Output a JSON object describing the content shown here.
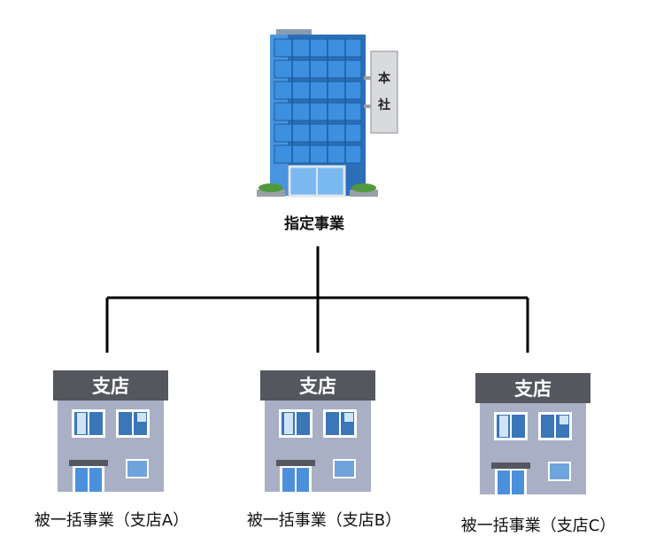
{
  "headquarters": {
    "sign_chars": [
      "本",
      "社"
    ],
    "label": "指定事業"
  },
  "branches": [
    {
      "sign": "支店",
      "label": "被一括事業（支店A）"
    },
    {
      "sign": "支店",
      "label": "被一括事業（支店B）"
    },
    {
      "sign": "支店",
      "label": "被一括事業（支店C）"
    }
  ],
  "colors": {
    "hq_glass": "#2f86d6",
    "branch_body": "#a9afc4",
    "sign_bar": "#55575e",
    "line": "#000000"
  }
}
